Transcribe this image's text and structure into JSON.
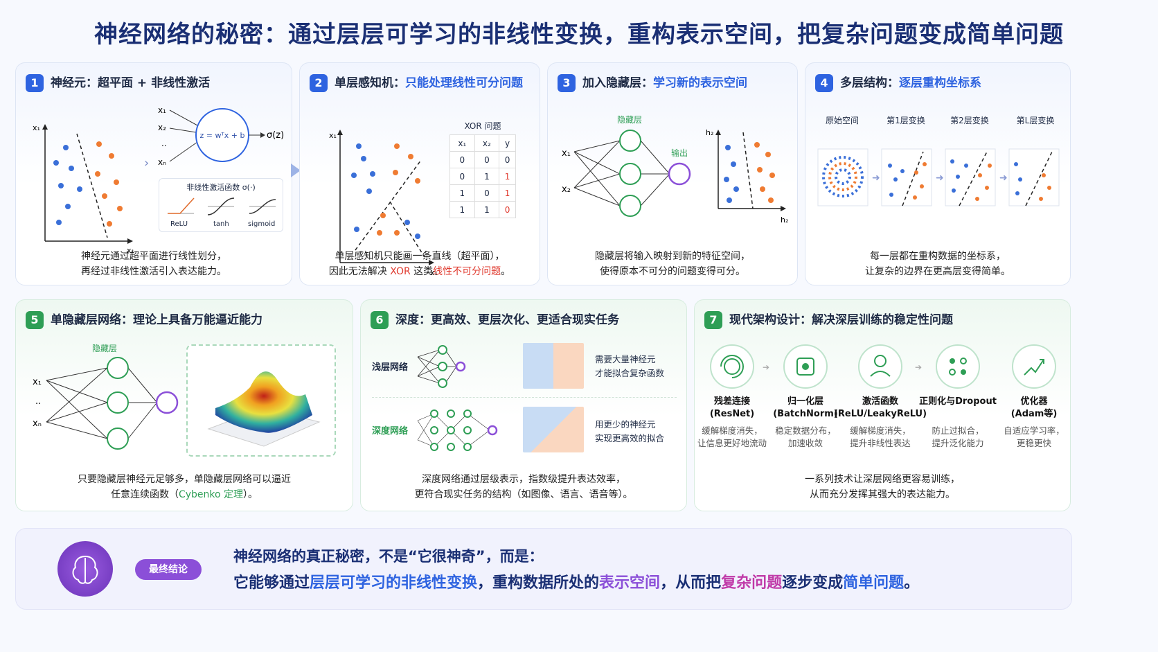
{
  "title": "神经网络的秘密：通过层层可学习的非线性变换，重构表示空间，把复杂问题变成简单问题",
  "panel1": {
    "num": "1",
    "title": "神经元：超平面 + 非线性激活",
    "formula": "z = wᵀx + b",
    "sigma": "σ(z)",
    "x1": "x₁",
    "x2": "x₂",
    "dots": "..",
    "xn": "xₙ",
    "act_title": "非线性激活函数 σ(·)",
    "act_names": [
      "ReLU",
      "tanh",
      "sigmoid"
    ],
    "caption": [
      "神经元通过超平面进行线性划分，",
      "再经过非线性激活引入表达能力。"
    ]
  },
  "panel2": {
    "num": "2",
    "title_a": "单层感知机：",
    "title_b": "只能处理线性可分问题",
    "table_title": "XOR 问题",
    "table_head": [
      "x₁",
      "x₂",
      "y"
    ],
    "table_rows": [
      [
        "0",
        "0",
        "0"
      ],
      [
        "0",
        "1",
        "1"
      ],
      [
        "1",
        "0",
        "1"
      ],
      [
        "1",
        "1",
        "0"
      ]
    ],
    "caption1": "单层感知机只能画一条直线（超平面），",
    "caption2a": "因此无法解决 ",
    "caption2b": "XOR",
    "caption2c": " 这类",
    "caption2d": "线性不可分问题",
    "caption2e": "。"
  },
  "panel3": {
    "num": "3",
    "title_a": "加入隐藏层：",
    "title_b": "学习新的表示空间",
    "hidden": "隐藏层",
    "output": "输出",
    "x1": "x₁",
    "x2": "x₂",
    "axis_y": "h₂",
    "axis_x": "h₂",
    "caption": [
      "隐藏层将输入映射到新的特征空间，",
      "使得原本不可分的问题变得可分。"
    ]
  },
  "panel4": {
    "num": "4",
    "title_a": "多层结构：",
    "title_b": "逐层重构坐标系",
    "stages": [
      "原始空间",
      "第1层变换",
      "第2层变换",
      "第L层变换"
    ],
    "caption": [
      "每一层都在重构数据的坐标系，",
      "让复杂的边界在更高层变得简单。"
    ]
  },
  "panel5": {
    "num": "5",
    "title": "单隐藏层网络：理论上具备万能逼近能力",
    "hidden": "隐藏层",
    "x1": "x₁",
    "dots": "..",
    "xn": "xₙ",
    "caption1": "只要隐藏层神经元足够多，单隐藏层网络可以逼近",
    "caption2a": "任意连续函数（",
    "caption2b": "Cybenko 定理",
    "caption2c": "）。"
  },
  "panel6": {
    "num": "6",
    "title": "深度：更高效、更层次化、更适合现实任务",
    "shallow": "浅层网络",
    "deep": "深度网络",
    "shallow_note": [
      "需要大量神经元",
      "才能拟合复杂函数"
    ],
    "deep_note": [
      "用更少的神经元",
      "实现更高效的拟合"
    ],
    "caption": [
      "深度网络通过层级表示，指数级提升表达效率，",
      "更符合现实任务的结构（如图像、语言、语音等）。"
    ]
  },
  "panel7": {
    "num": "7",
    "title": "现代架构设计：解决深层训练的稳定性问题",
    "items": [
      {
        "name": "残差连接",
        "sub": "(ResNet)",
        "desc": [
          "缓解梯度消失，",
          "让信息更好地流动"
        ]
      },
      {
        "name": "归一化层",
        "sub": "(BatchNorm)",
        "desc": [
          "稳定数据分布，",
          "加速收敛"
        ]
      },
      {
        "name": "激活函数",
        "sub": "(ReLU/LeakyReLU)",
        "desc": [
          "缓解梯度消失，",
          "提升非线性表达"
        ]
      },
      {
        "name": "正则化与Dropout",
        "sub": "",
        "desc": [
          "防止过拟合，",
          "提升泛化能力"
        ]
      },
      {
        "name": "优化器",
        "sub": "(Adam等)",
        "desc": [
          "自适应学习率，",
          "更稳更快"
        ]
      }
    ],
    "caption": [
      "一系列技术让深层网络更容易训练，",
      "从而充分发挥其强大的表达能力。"
    ]
  },
  "conclusion": {
    "badge": "最终结论",
    "line1": "神经网络的真正秘密，不是“它很神奇”，而是：",
    "l2a": "它能够通过",
    "l2b": "层层可学习的非线性变换",
    "l2c": "，重构数据所处的",
    "l2d": "表示空间",
    "l2e": "，从而把",
    "l2f": "复杂问题",
    "l2g": "逐步变成",
    "l2h": "简单问题",
    "l2i": "。"
  },
  "colors": {
    "blue": "#2e63e0",
    "green": "#2e9e55",
    "purple": "#8b4fd8",
    "orange": "#ef7b32",
    "red": "#e03a2e"
  }
}
